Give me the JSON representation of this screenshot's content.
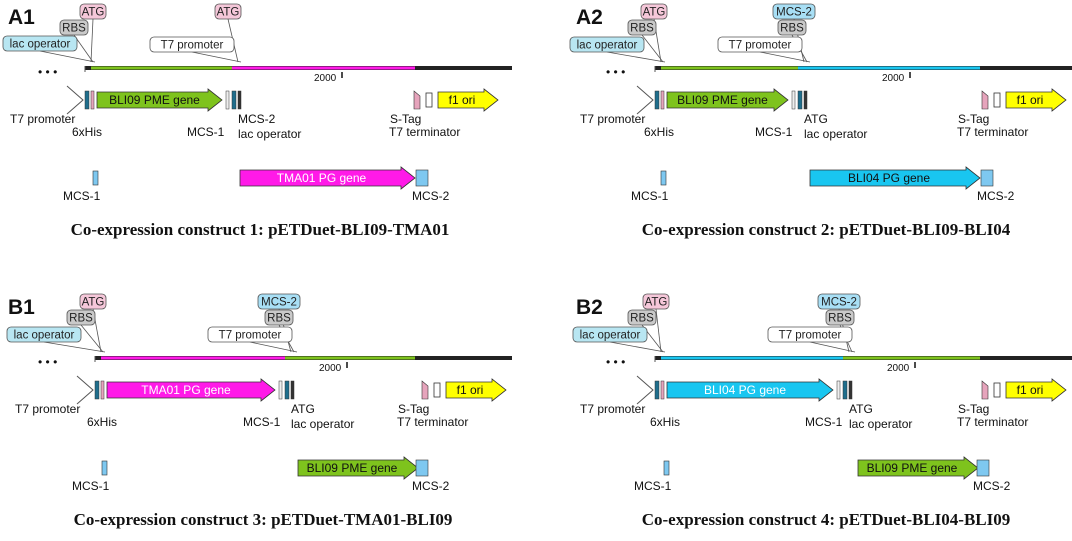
{
  "colors": {
    "gene_green": "#7ec31d",
    "gene_magenta": "#ff1ae8",
    "gene_cyan": "#19c6f0",
    "backbone": "#222222",
    "atg_tag": "#f5c7d9",
    "rbs_tag": "#c9c9c9",
    "lac_tag": "#b8e6f2",
    "mcs2_tag": "#a8dff5",
    "t7_tag": "#ffffff",
    "f1_ori": "#ffff00",
    "stag": "#e6a4bc",
    "mcs_box": "#7ec8f0"
  },
  "panels": [
    {
      "id": "A1",
      "caption": "Co-expression construct 1: pETDuet-BLI09-TMA01",
      "gene1": {
        "label": "BLI09 PME gene",
        "color": "gene_green"
      },
      "gene2": {
        "label": "TMA01 PG gene",
        "color": "gene_magenta"
      },
      "tags": [
        "ATG",
        "RBS",
        "lac operator",
        "ATG",
        "T7 promoter"
      ],
      "scale_tick": "2000",
      "below_labels": [
        "T7 promoter",
        "6xHis",
        "MCS-1",
        "MCS-2",
        "lac operator",
        "S-Tag",
        "T7 terminator"
      ],
      "f1_label": "f1 ori",
      "insert_labels": [
        "MCS-1",
        "MCS-2"
      ],
      "dots": "• • •"
    },
    {
      "id": "A2",
      "caption": "Co-expression construct 2: pETDuet-BLI09-BLI04",
      "gene1": {
        "label": "BLI09 PME gene",
        "color": "gene_green"
      },
      "gene2": {
        "label": "BLI04 PG gene",
        "color": "gene_cyan"
      },
      "tags": [
        "ATG",
        "RBS",
        "lac operator",
        "MCS-2",
        "RBS",
        "T7 promoter"
      ],
      "scale_tick": "2000",
      "below_labels": [
        "T7 promoter",
        "6xHis",
        "MCS-1",
        "ATG",
        "lac operator",
        "S-Tag",
        "T7 terminator"
      ],
      "f1_label": "f1 ori",
      "insert_labels": [
        "MCS-1",
        "MCS-2"
      ],
      "dots": "• • •"
    },
    {
      "id": "B1",
      "caption": "Co-expression construct 3: pETDuet-TMA01-BLI09",
      "gene1": {
        "label": "TMA01 PG gene",
        "color": "gene_magenta"
      },
      "gene2": {
        "label": "BLI09 PME gene",
        "color": "gene_green"
      },
      "tags": [
        "ATG",
        "RBS",
        "lac operator",
        "MCS-2",
        "RBS",
        "T7 promoter"
      ],
      "scale_tick": "2000",
      "below_labels": [
        "T7 promoter",
        "6xHis",
        "MCS-1",
        "ATG",
        "lac operator",
        "S-Tag",
        "T7 terminator"
      ],
      "f1_label": "f1 ori",
      "insert_labels": [
        "MCS-1",
        "MCS-2"
      ],
      "dots": "• • •"
    },
    {
      "id": "B2",
      "caption": "Co-expression construct 4: pETDuet-BLI04-BLI09",
      "gene1": {
        "label": "BLI04 PG gene",
        "color": "gene_cyan"
      },
      "gene2": {
        "label": "BLI09 PME gene",
        "color": "gene_green"
      },
      "tags": [
        "ATG",
        "RBS",
        "lac operator",
        "MCS-2",
        "RBS",
        "T7 promoter"
      ],
      "scale_tick": "2000",
      "below_labels": [
        "T7 promoter",
        "6xHis",
        "MCS-1",
        "ATG",
        "lac operator",
        "S-Tag",
        "T7 terminator"
      ],
      "f1_label": "f1 ori",
      "insert_labels": [
        "MCS-1",
        "MCS-2"
      ],
      "dots": "• • •"
    }
  ]
}
